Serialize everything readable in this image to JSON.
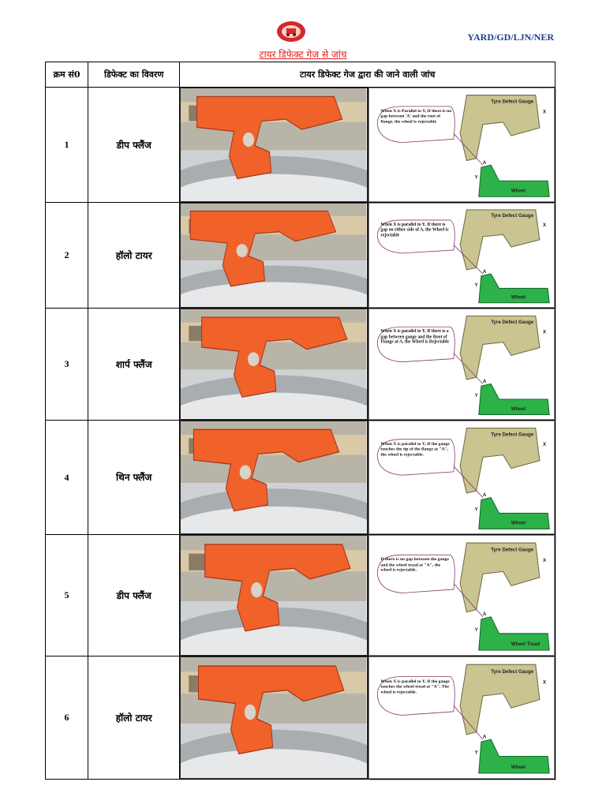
{
  "header": {
    "reference": "YARD/GD/LJN/NER",
    "title": "टायर डिफेक्ट गेज से जांच"
  },
  "table": {
    "columns": [
      "क्रम सं0",
      "डिफेक्ट का विवरण",
      "टायर डिफेक्ट गेज द्वारा की जाने वाली जांच"
    ],
    "rows": [
      {
        "sn": "1",
        "defect": "डीप फ्लैंज",
        "callout": "When X is Parallel to Y, If there is no gap between 'A' and the root of flange, the wheel is rejectable",
        "gauge_label": "Tyre Defect Gauge",
        "wheel_label": "Wheel"
      },
      {
        "sn": "2",
        "defect": "हॉलो टायर",
        "callout": "When X is parallel to Y, If there is gap on either side of A, the Wheel is rejectable",
        "gauge_label": "Tyre Defect Gauge",
        "wheel_label": "Wheel"
      },
      {
        "sn": "3",
        "defect": "शार्प फ्लैंज",
        "callout": "When X is parallel to Y, If there is a gap between gauge and the Root of Flange at A, the Wheel is Rejectable",
        "gauge_label": "Tyre Defect Gauge",
        "wheel_label": "Wheel"
      },
      {
        "sn": "4",
        "defect": "थिन फ्लैंज",
        "callout": "When X is parallel to Y, If the gauge touches the tip of the flange at \"A\", the wheel is rejectable.",
        "gauge_label": "Tyre Defect Gauge",
        "wheel_label": "Wheel"
      },
      {
        "sn": "5",
        "defect": "डीप फ्लैंज",
        "callout": "If there is no gap between the gauge and the wheel tread at \"A\", the wheel is rejectable.",
        "gauge_label": "Tyre Defect Gauge",
        "wheel_label": "Wheel Tread"
      },
      {
        "sn": "6",
        "defect": "हॉलो टायर",
        "callout": "When X is parallel to Y, If the gauge touches the wheel tread at \"A\", The wheel is rejectable.",
        "gauge_label": "Tyre Defect Gauge",
        "wheel_label": "Wheel"
      }
    ]
  },
  "colors": {
    "gauge_orange": "#f0622a",
    "gauge_khaki": "#c9c490",
    "wheel_green": "#2db24a",
    "title_red": "#e01a1a",
    "reference_blue": "#1f3f8a"
  }
}
